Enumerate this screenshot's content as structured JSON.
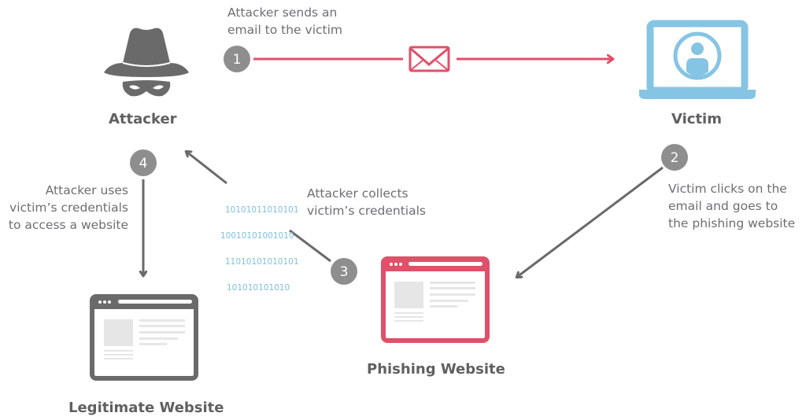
{
  "colors": {
    "gray": "#6a6a6a",
    "badge": "#8e8e8e",
    "red": "#e05069",
    "blue": "#86c4e4",
    "placeholder": "#e6e6e6",
    "text": "#6d6e70"
  },
  "nodes": {
    "attacker": {
      "label": "Attacker",
      "icon": "spy-hat-mask-icon"
    },
    "victim": {
      "label": "Victim",
      "icon": "laptop-user-icon"
    },
    "phishing": {
      "label": "Phishing Website",
      "icon": "browser-window-icon"
    },
    "legitimate": {
      "label": "Legitimate Website",
      "icon": "browser-window-icon"
    }
  },
  "steps": [
    {
      "number": "1",
      "lines": [
        "Attacker sends an",
        "email to the victim"
      ],
      "icon": "envelope-icon"
    },
    {
      "number": "2",
      "lines": [
        "Victim clicks on the",
        "email and goes to",
        "the phishing website"
      ]
    },
    {
      "number": "3",
      "lines": [
        "Attacker collects",
        "victim’s credentials"
      ]
    },
    {
      "number": "4",
      "lines": [
        "Attacker uses",
        "victim’s credentials",
        "to access a website"
      ]
    }
  ],
  "binary": [
    "10101011010101",
    "10010101001010",
    "11010101010101",
    "101010101010"
  ]
}
